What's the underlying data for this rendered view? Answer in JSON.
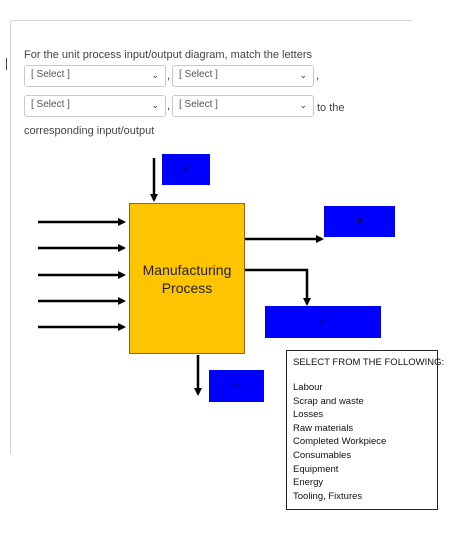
{
  "question": {
    "prompt": "For the unit process input/output diagram, match the letters",
    "continuation": "corresponding  input/output",
    "comma": ",",
    "to_the": "to the"
  },
  "selects": [
    {
      "value": "[ Select ]"
    },
    {
      "value": "[ Select ]"
    },
    {
      "value": "[ Select ]"
    },
    {
      "value": "[ Select ]"
    }
  ],
  "diagram": {
    "process_line1": "Manufacturing",
    "process_line2": "Process",
    "labels": {
      "a": "A",
      "b": "B",
      "c": "C",
      "d": "D"
    },
    "colors": {
      "label_fill": "#0000ff",
      "process_fill": "#ffc400"
    }
  },
  "options": {
    "title": "SELECT FROM THE FOLLOWING:",
    "items": [
      "Labour",
      "Scrap and waste",
      "Losses",
      "Raw materials",
      "Completed Workpiece",
      "Consumables",
      "Equipment",
      "Energy",
      "Tooling, Fixtures"
    ]
  }
}
